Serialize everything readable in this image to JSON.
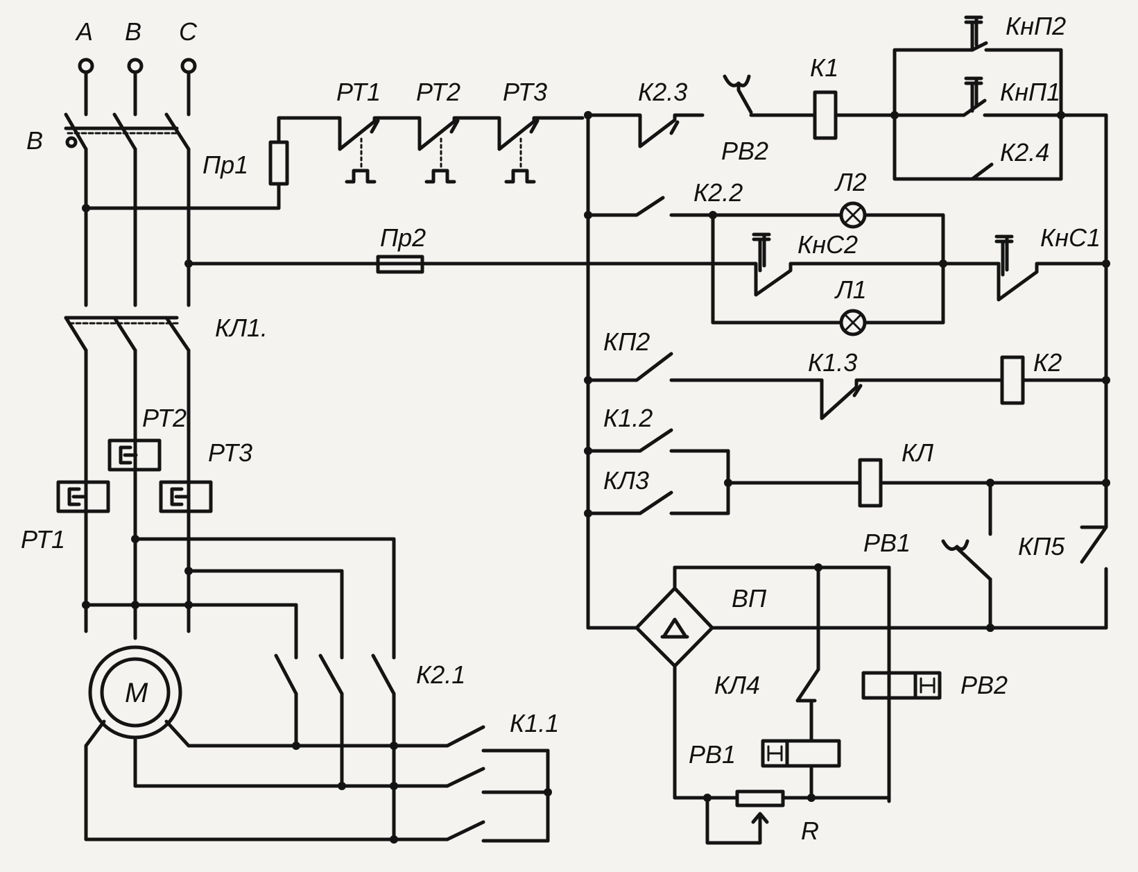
{
  "labels": {
    "phase_a": "A",
    "phase_b": "B",
    "phase_c": "C",
    "breaker": "B",
    "fuse1": "Пр1",
    "fuse2": "Пр2",
    "rt1": "РТ1",
    "rt2": "РТ2",
    "rt3": "РТ3",
    "k23": "К2.3",
    "rv2_contact": "РВ2",
    "k1_coil": "К1",
    "knp2": "КнП2",
    "knp1": "КнП1",
    "k24": "К2.4",
    "k22": "К2.2",
    "lamp2": "Л2",
    "knc2": "КнС2",
    "knc1": "КнС1",
    "lamp1": "Л1",
    "kl1": "КЛ1.",
    "kp2": "КП2",
    "k13": "К1.3",
    "k2_coil": "К2",
    "k12": "К1.2",
    "kl3": "КЛ3",
    "kl_coil": "КЛ",
    "rv1_contact": "РВ1",
    "kp5": "КП5",
    "vp": "ВП",
    "kl4": "КЛ4",
    "rv2_coil": "РВ2",
    "rv1_coil": "РВ1",
    "r": "R",
    "rt1_relay": "РТ1",
    "rt2_relay": "РТ2",
    "rt3_relay": "РТ3",
    "motor": "М",
    "k21": "К2.1",
    "k11": "К1.1"
  }
}
